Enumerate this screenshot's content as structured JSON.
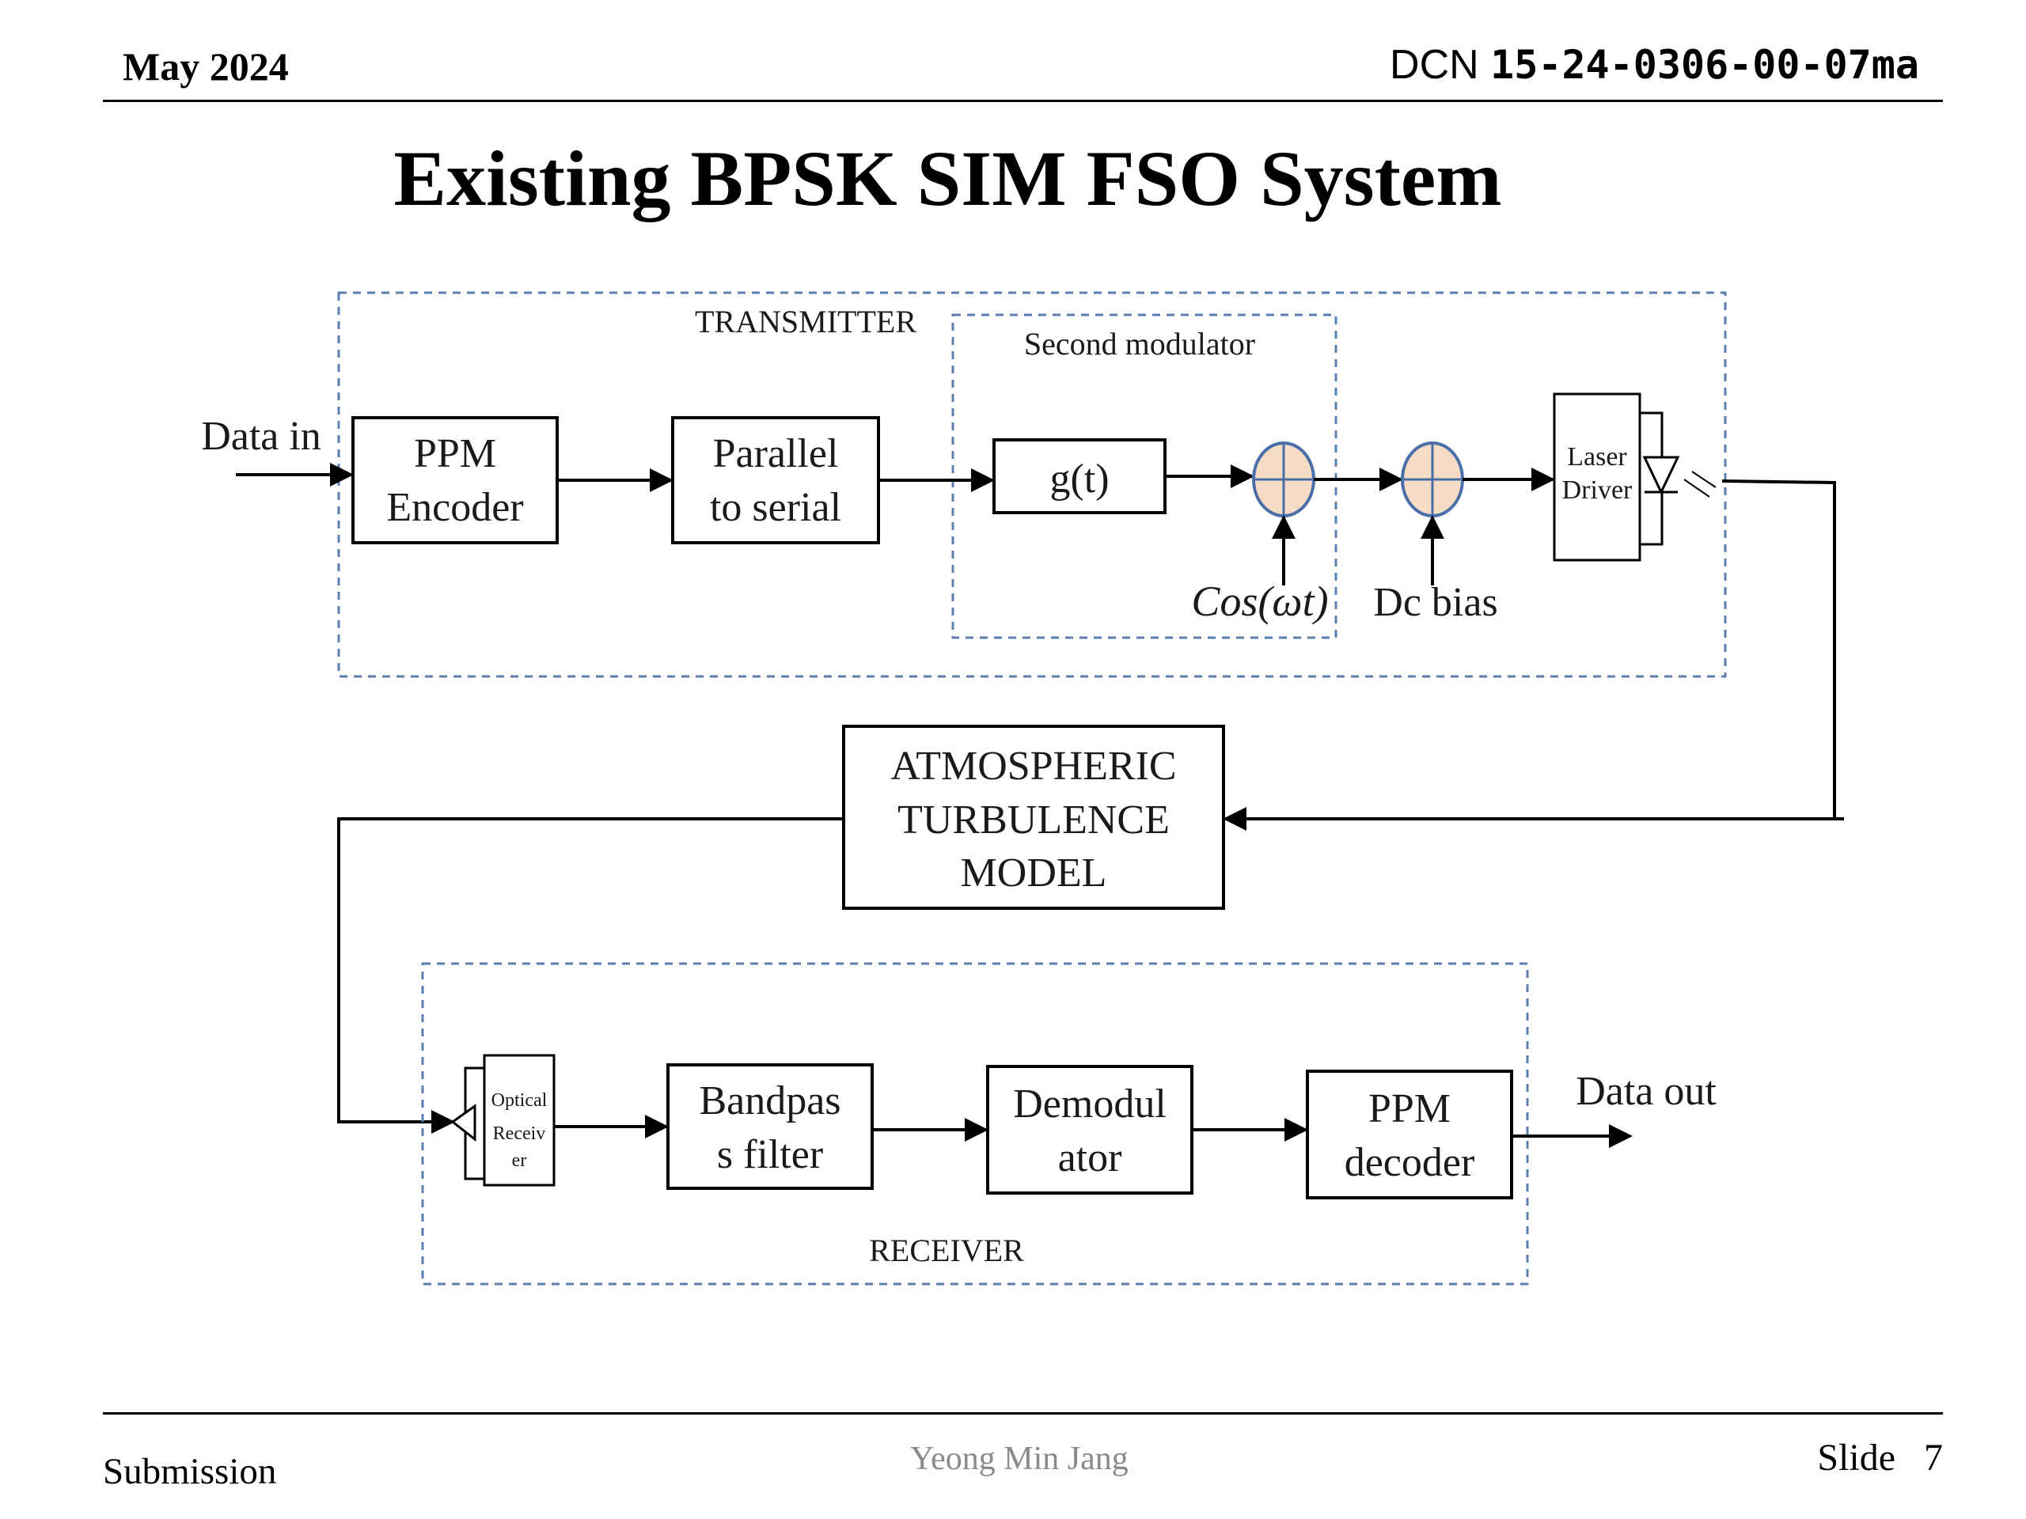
{
  "header": {
    "date": "May 2024",
    "dcn_prefix": "DCN",
    "dcn_number": "15-24-0306-00-07ma"
  },
  "title": "Existing BPSK SIM FSO System",
  "diagram": {
    "transmitter_label": "TRANSMITTER",
    "second_modulator_label": "Second modulator",
    "data_in": "Data in",
    "ppm_encoder": [
      "PPM",
      "Encoder"
    ],
    "parallel_to_serial": [
      "Parallel",
      "to serial"
    ],
    "g_t": "g(t)",
    "cos_label": "Cos(ωt)",
    "dc_bias": "Dc bias",
    "laser_driver": [
      "Laser",
      "Driver"
    ],
    "atmospheric": [
      "ATMOSPHERIC",
      "TURBULENCE",
      "MODEL"
    ],
    "optical_receiver": [
      "Optical",
      "Receiv",
      "er"
    ],
    "bandpass": [
      "Bandpas",
      "s filter"
    ],
    "demodulator": [
      "Demodul",
      "ator"
    ],
    "ppm_decoder": [
      "PPM",
      "decoder"
    ],
    "data_out": "Data out",
    "receiver_label": "RECEIVER",
    "colors": {
      "dashed_border": "#5b7fae",
      "mixer_fill": "#f6dcc4",
      "mixer_stroke": "#4a6ea8"
    }
  },
  "footer": {
    "left": "Submission",
    "center": "Yeong Min Jang",
    "right": "Slide   7"
  }
}
